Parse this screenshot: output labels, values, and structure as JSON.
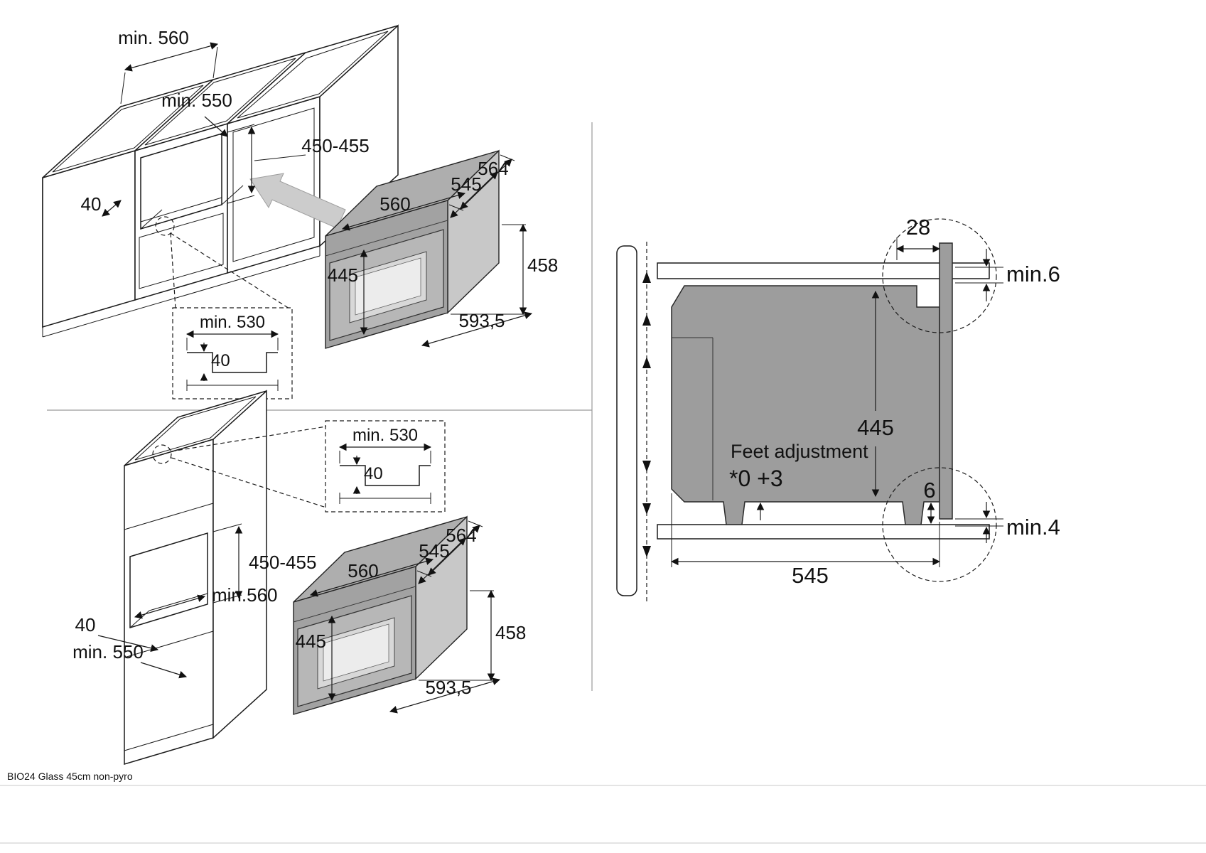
{
  "page": {
    "footer_note": "BIO24 Glass 45cm non-pyro"
  },
  "scene_top_left": {
    "dims": {
      "niche_width": "min. 560",
      "niche_depth": "min. 550",
      "niche_height": "450-455",
      "rail_setback": "40",
      "detail_width": "min. 530",
      "detail_height": "40",
      "oven_depth_total": "564",
      "oven_depth_body": "545",
      "oven_width_top": "560",
      "oven_height_body": "445",
      "oven_height_total": "458",
      "oven_width_total": "593,5"
    }
  },
  "scene_bottom_left": {
    "dims": {
      "detail_width": "min. 530",
      "detail_height": "40",
      "niche_height": "450-455",
      "niche_width": "min.560",
      "rail_setback": "40",
      "cabinet_depth": "min. 550",
      "oven_depth_total": "564",
      "oven_depth_body": "545",
      "oven_width_top": "560",
      "oven_height_body": "445",
      "oven_height_total": "458",
      "oven_width_total": "593,5"
    }
  },
  "scene_right": {
    "dims": {
      "front_overlap": "28",
      "top_clearance": "min.6",
      "oven_height": "445",
      "bottom_gap": "6",
      "bottom_clearance": "min.4",
      "depth": "545"
    },
    "feet_adjustment": {
      "label": "Feet adjustment",
      "value": "*0 +3"
    }
  }
}
